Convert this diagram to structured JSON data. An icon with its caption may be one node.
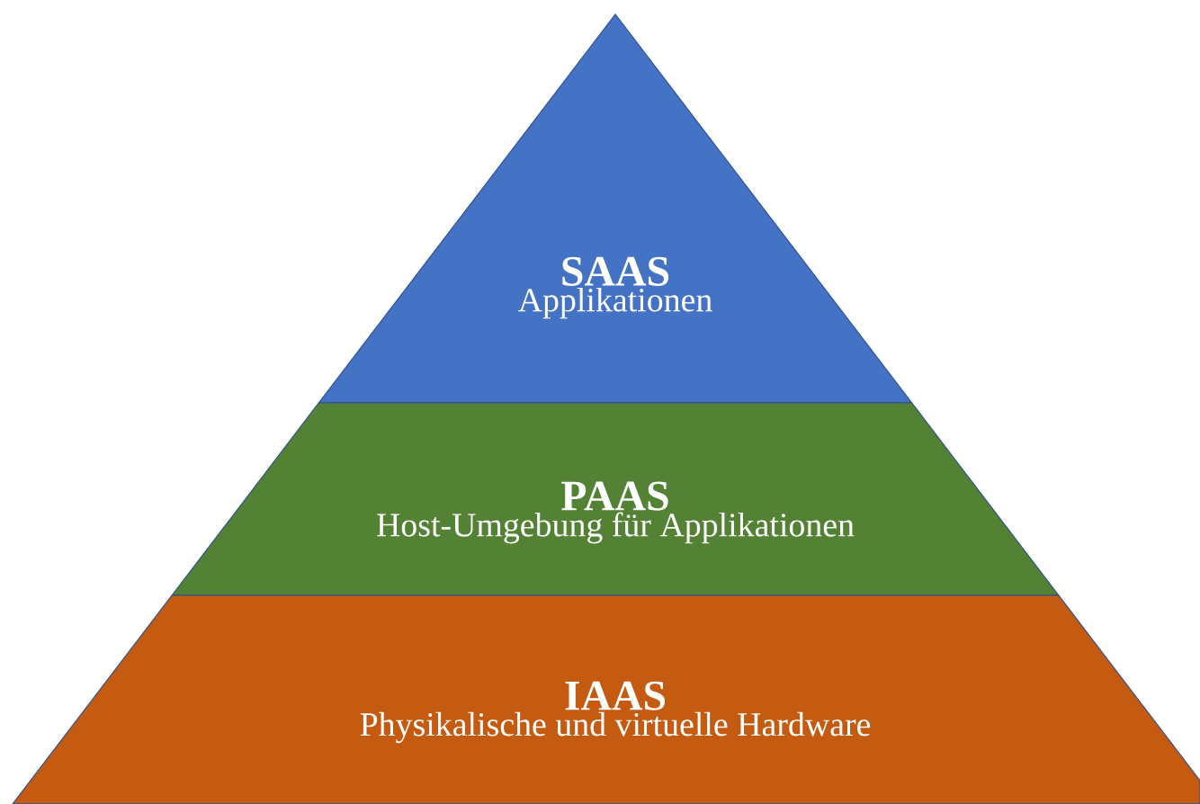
{
  "diagram": {
    "nodes": [
      {
        "text": [
          "SAAS",
          "Applikationen"
        ]
      },
      {
        "text": [
          "PAAS",
          "Host-Umgebung für Applikationen"
        ]
      },
      {
        "text": [
          "IAAS",
          "Physikalische und virtuelle Hardware"
        ]
      }
    ]
  }
}
